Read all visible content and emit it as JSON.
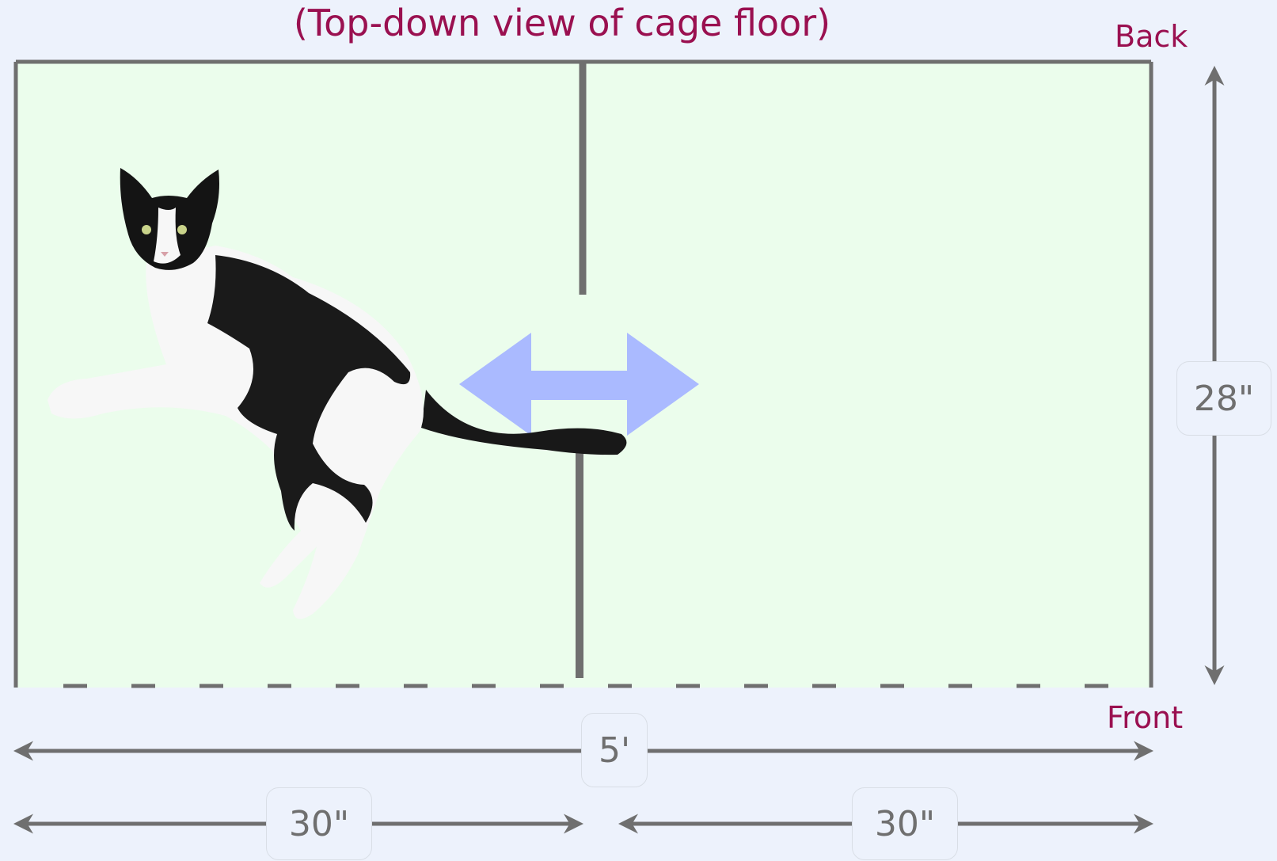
{
  "title": "(Top-down view of cage floor)",
  "labels": {
    "back": "Back",
    "front": "Front"
  },
  "dimensions": {
    "depth": "28\"",
    "total_width": "5'",
    "left_section": "30\"",
    "right_section": "30\""
  },
  "icons": {
    "cat": "cat-image",
    "passage_arrow": "double-arrow-icon"
  },
  "colors": {
    "floor": "#ebfdec",
    "background": "#edf2fc",
    "wall": "#6f6f6f",
    "label_text": "#9a1050",
    "passage_arrow": "#aabaff"
  }
}
